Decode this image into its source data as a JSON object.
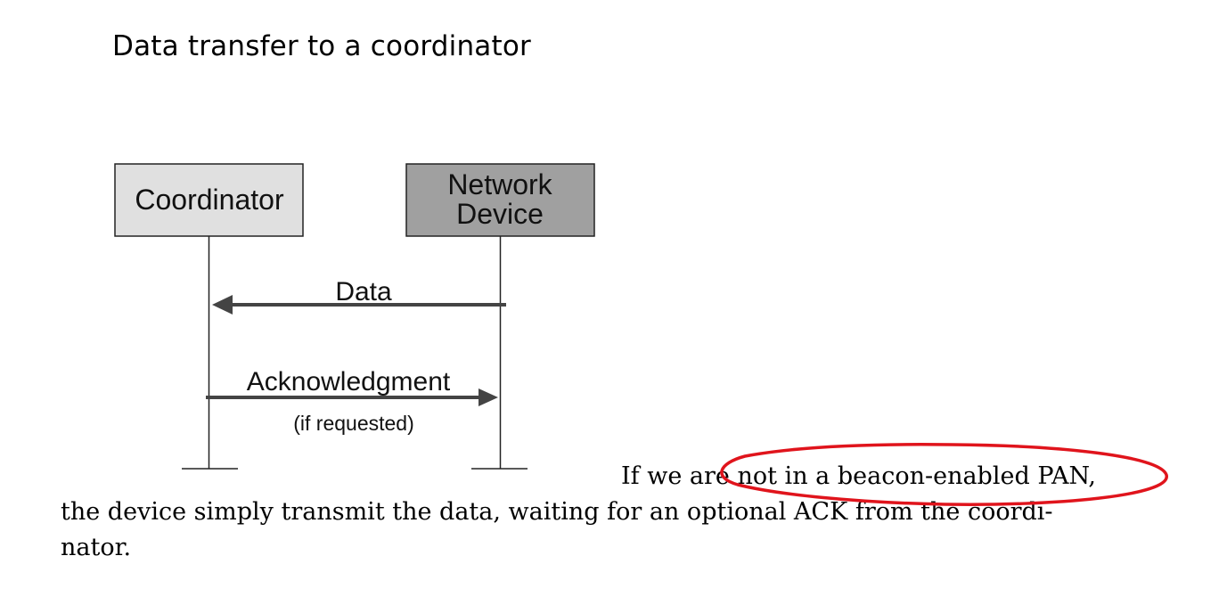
{
  "slide": {
    "title": "Data transfer to a coordinator"
  },
  "diagram": {
    "coordinator_label": "Coordinator",
    "device_label_line1": "Network",
    "device_label_line2": "Device",
    "data_message": "Data",
    "ack_message": "Acknowledgment",
    "ack_note": "(if requested)",
    "colors": {
      "coordinator_box": "#e0e0e0",
      "device_box": "#a0a0a0",
      "arrow": "#444444"
    }
  },
  "body": {
    "line1": "If we are not in a beacon-enabled PAN,",
    "line2": "the device simply transmit the data, waiting for an optional ACK from the coordi-",
    "line3": "nator."
  },
  "annotation": {
    "color": "#e0141c"
  }
}
